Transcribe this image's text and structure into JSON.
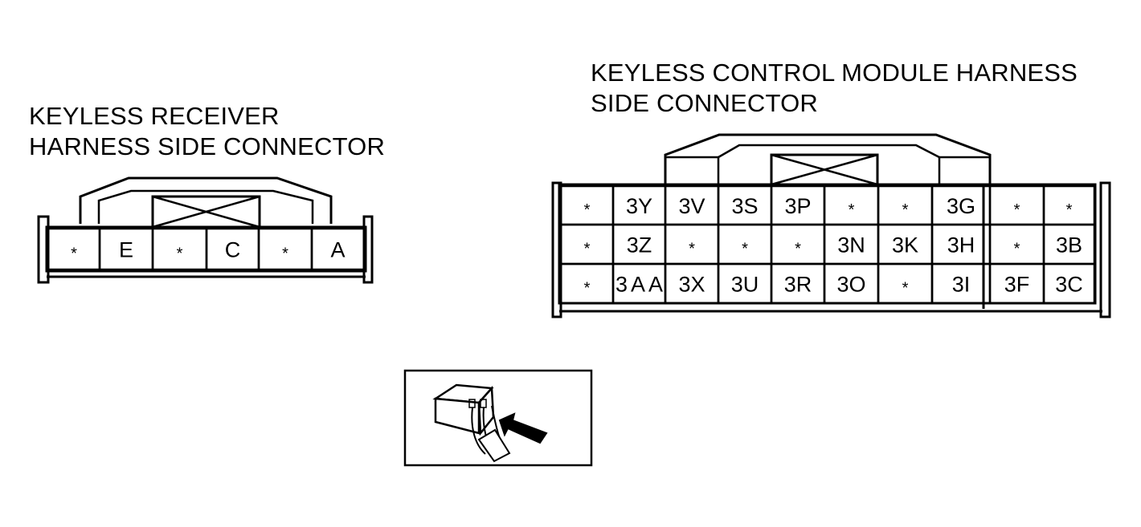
{
  "receiver_connector": {
    "title_line1": "KEYLESS RECEIVER",
    "title_line2": "HARNESS SIDE CONNECTOR",
    "pins": [
      "*",
      "E",
      "*",
      "C",
      "*",
      "A"
    ]
  },
  "control_module_connector": {
    "title_line1": "KEYLESS CONTROL MODULE HARNESS",
    "title_line2": "SIDE CONNECTOR",
    "rows": [
      [
        "*",
        "3Y",
        "3V",
        "3S",
        "3P",
        "*",
        "*",
        "3G",
        "*",
        "*"
      ],
      [
        "*",
        "3Z",
        "*",
        "*",
        "*",
        "3N",
        "3K",
        "3H",
        "*",
        "3B"
      ],
      [
        "*",
        "3AA",
        "3X",
        "3U",
        "3R",
        "3O",
        "*",
        "3I",
        "3F",
        "3C"
      ]
    ]
  },
  "probe_illustration": {
    "icon": "back-probe-connector-icon"
  }
}
